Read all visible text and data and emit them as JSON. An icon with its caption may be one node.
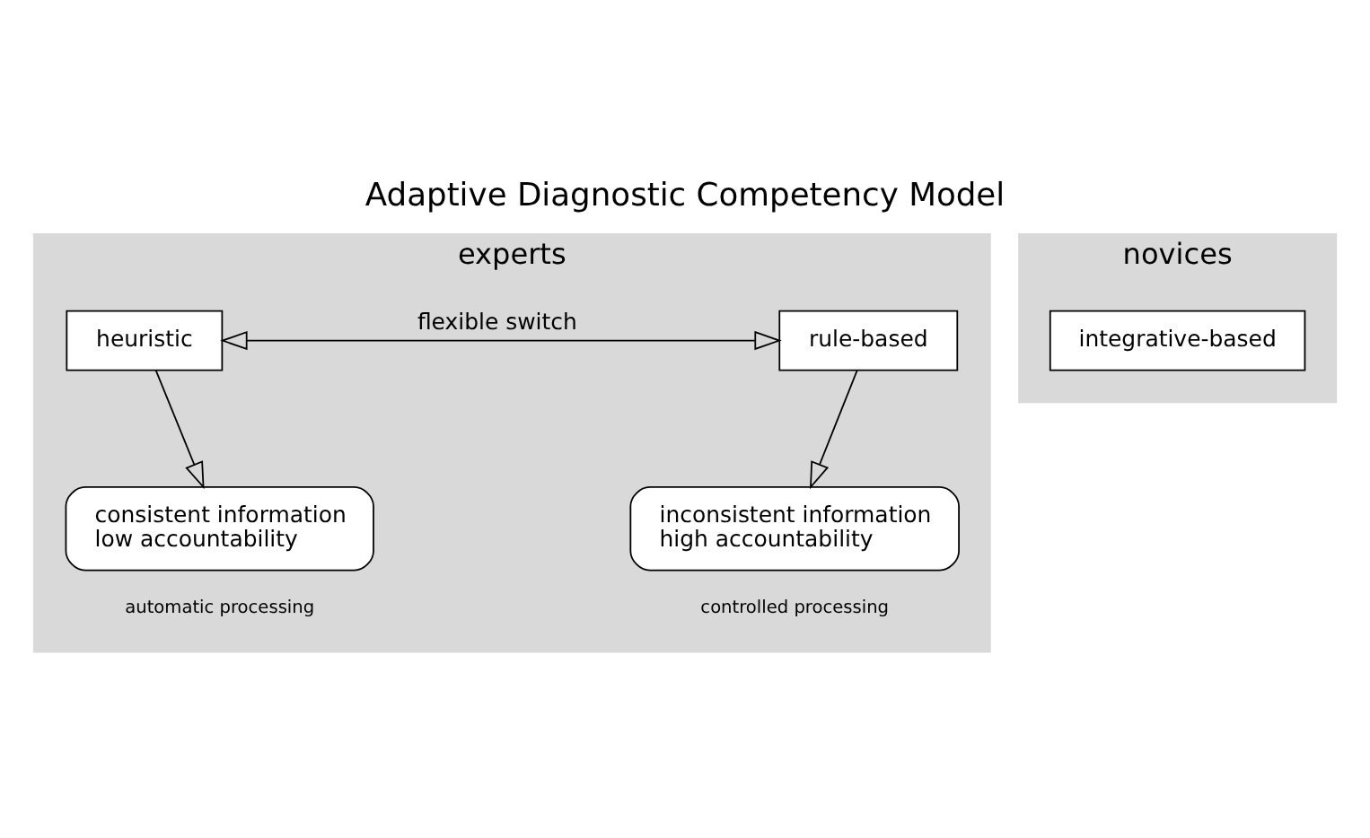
{
  "diagram": {
    "title": "Adaptive Diagnostic Competency Model",
    "nodes": [
      {
        "text": [
          "experts"
        ]
      },
      {
        "text": [
          "heuristic"
        ],
        "in": 0
      },
      {
        "text": [
          "rule-based"
        ],
        "in": 0
      },
      {
        "text": [
          "consistent information",
          "low accountability"
        ],
        "in": 0,
        "beside": [
          "automatic processing"
        ]
      },
      {
        "text": [
          "inconsistent information",
          "high accountability"
        ],
        "in": 0,
        "beside": [
          "controlled processing"
        ]
      },
      {
        "text": [
          "novices"
        ]
      },
      {
        "text": [
          "integrative-based"
        ],
        "in": 5
      }
    ],
    "edges": [
      {
        "from": 1,
        "to": 2,
        "arrow": "both",
        "label": "flexible switch"
      },
      {
        "from": 1,
        "to": 3,
        "arrow": "to"
      },
      {
        "from": 2,
        "to": 4,
        "arrow": "to"
      }
    ]
  }
}
